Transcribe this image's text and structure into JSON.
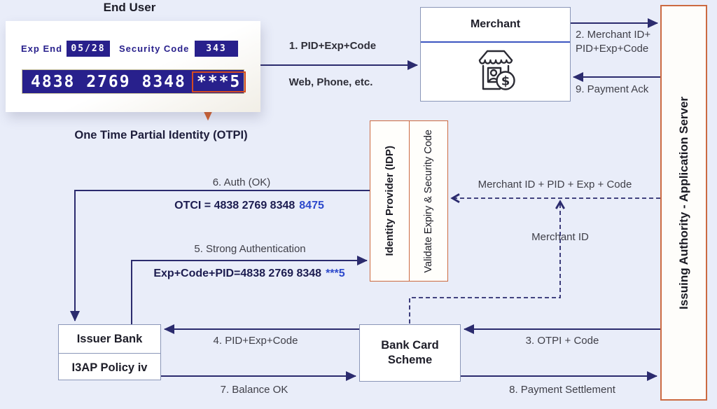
{
  "end_user": {
    "title": "End User",
    "card": {
      "exp_label": "Exp End",
      "exp_value": "05/28",
      "code_label": "Security Code",
      "code_value": "343",
      "pan": "4838 2769 8348",
      "otpi_digits": "***5"
    },
    "otpi_caption": "One Time Partial Identity (OTPI)"
  },
  "nodes": {
    "merchant": {
      "title": "Merchant"
    },
    "issuing_authority": {
      "title": "Issuing Authority - Application Server"
    },
    "idp": {
      "title": "Identity Provider (IDP)",
      "validate": "Validate Expiry & Security Code"
    },
    "issuer_bank": {
      "title": "Issuer Bank",
      "policy": "I3AP Policy iv"
    },
    "bank_card_scheme": {
      "title": "Bank Card Scheme"
    }
  },
  "flows": {
    "f1": {
      "label": "1. PID+Exp+Code",
      "channel": "Web, Phone, etc."
    },
    "f2": {
      "line1": "2. Merchant ID+",
      "line2": "PID+Exp+Code"
    },
    "f3": {
      "label": "3. OTPI + Code"
    },
    "f4": {
      "label": "4. PID+Exp+Code"
    },
    "f5": {
      "label": "5. Strong Authentication",
      "detail": "Exp+Code+PID=4838 2769 8348",
      "highlight": "***5"
    },
    "f6": {
      "label": "6. Auth (OK)",
      "detail": "OTCI = 4838 2769 8348",
      "highlight": "8475"
    },
    "f7": {
      "label": "7. Balance OK"
    },
    "f8": {
      "label": "8. Payment Settlement"
    },
    "f9": {
      "label": "9. Payment Ack"
    },
    "dashed_full": {
      "label": "Merchant ID + PID + Exp + Code"
    },
    "dashed_mid": {
      "label": "Merchant ID"
    }
  },
  "colors": {
    "background": "#e9edf9",
    "navy": "#28208c",
    "arrow": "#2b2b6e",
    "orange_border": "#cc6a41",
    "orange_arrow": "#d2622f",
    "highlight_blue": "#2d49cc",
    "box_border": "#8a96b8"
  }
}
